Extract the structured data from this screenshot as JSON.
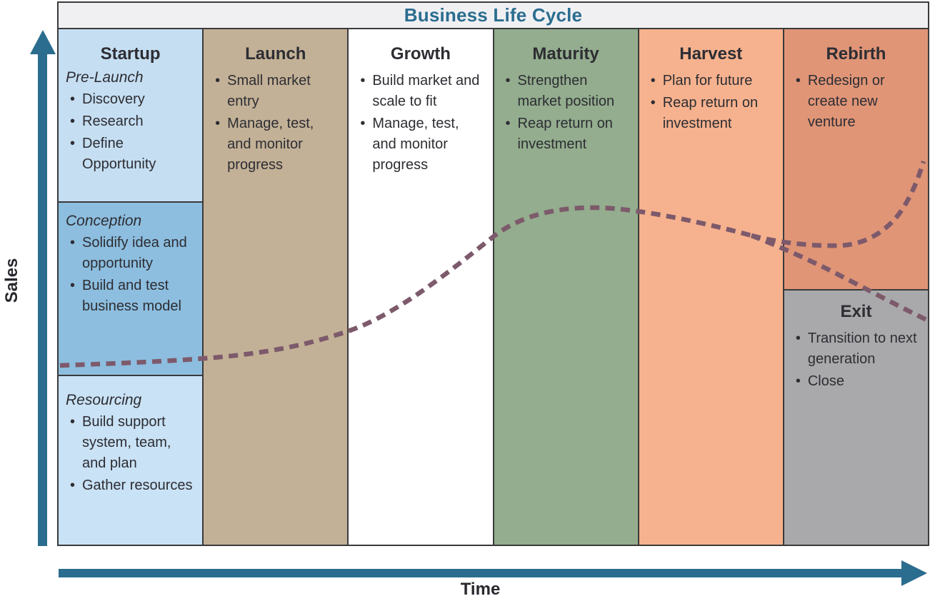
{
  "title": "Business Life Cycle",
  "axes": {
    "y_label": "Sales",
    "x_label": "Time"
  },
  "colors": {
    "title_text": "#2b6d8f",
    "axis_arrow": "#2a6d8e",
    "curve": "#7d5a6b",
    "title_bar_bg": "#f0f0f3",
    "border": "#3a3a3a",
    "prelaunch_bg": "#c5def2",
    "conception_bg": "#8dbedf",
    "resourcing_bg": "#c9e2f5",
    "launch_bg": "#c3b197",
    "growth_bg": "#ffffff",
    "maturity_bg": "#93ad8e",
    "harvest_bg": "#f6b28e",
    "rebirth_bg": "#e09577",
    "exit_bg": "#a9a9ab"
  },
  "curve": {
    "style": "dashed",
    "color": "#7d5a6b",
    "description": "Dashed sales curve: flat through Startup, rising through Launch and Growth, peaking in Maturity, declining through Harvest, then splitting in Rebirth into an upward rebirth branch and a downward exit branch."
  },
  "stages": {
    "startup": {
      "label": "Startup",
      "prelaunch": {
        "label": "Pre-Launch",
        "items": [
          "Discovery",
          "Research",
          "Define Opportunity"
        ]
      },
      "conception": {
        "label": "Conception",
        "items": [
          "Solidify idea and opportunity",
          "Build and test business model"
        ]
      },
      "resourcing": {
        "label": "Resourcing",
        "items": [
          "Build support system, team, and plan",
          "Gather resources"
        ]
      }
    },
    "launch": {
      "label": "Launch",
      "items": [
        "Small market entry",
        "Manage, test, and monitor progress"
      ]
    },
    "growth": {
      "label": "Growth",
      "items": [
        "Build market and scale to fit",
        "Manage, test, and monitor progress"
      ]
    },
    "maturity": {
      "label": "Maturity",
      "items": [
        "Strengthen market position",
        "Reap return on investment"
      ]
    },
    "harvest": {
      "label": "Harvest",
      "items": [
        "Plan for future",
        "Reap return on investment"
      ]
    },
    "rebirth": {
      "label": "Rebirth",
      "items": [
        "Redesign or create new venture"
      ]
    },
    "exit": {
      "label": "Exit",
      "items": [
        "Transition to next generation",
        "Close"
      ]
    }
  }
}
